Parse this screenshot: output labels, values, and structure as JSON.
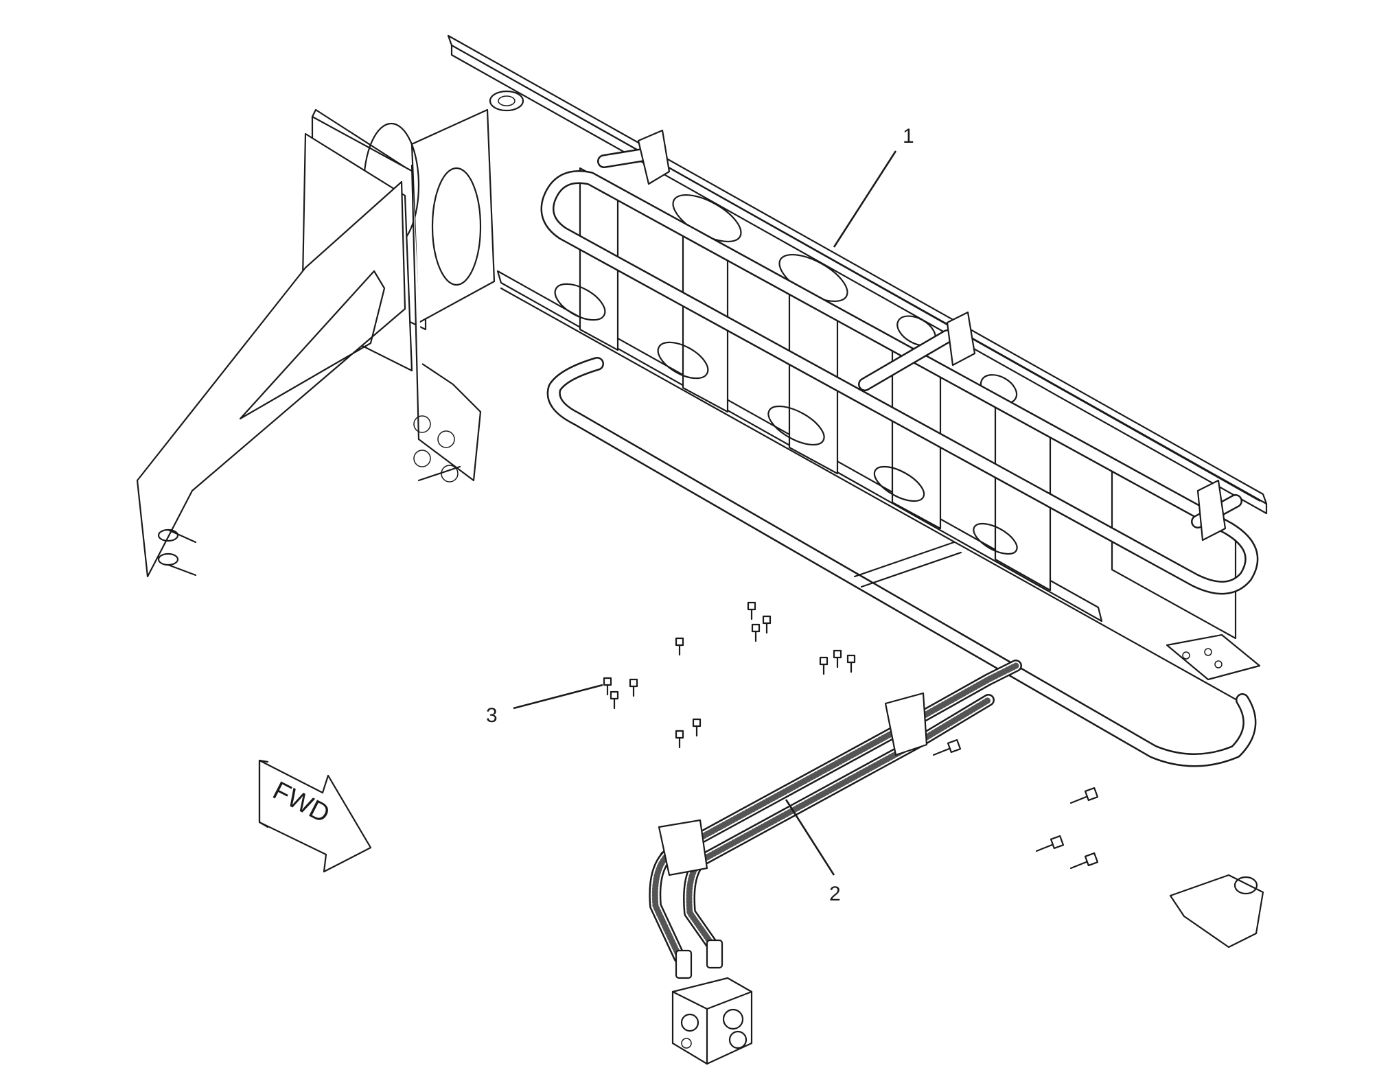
{
  "callouts": [
    {
      "label": "1"
    },
    {
      "label": "2"
    },
    {
      "label": "3"
    }
  ],
  "direction_arrow": {
    "label": "FWD"
  },
  "colors": {
    "line": "#1a1a1a",
    "background": "#ffffff"
  },
  "icons": [
    "fwd-arrow-icon",
    "bolt-icon"
  ]
}
